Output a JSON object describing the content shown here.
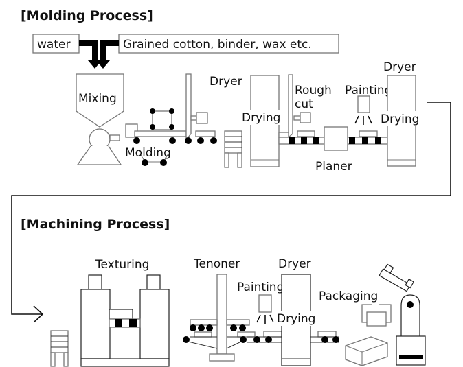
{
  "diagram": {
    "molding": {
      "title": "[Molding Process]",
      "inputs": {
        "water": "water",
        "materials": "Grained cotton, binder, wax etc."
      },
      "labels": {
        "mixing": "Mixing",
        "molding": "Molding",
        "dryer": "Dryer",
        "drying": "Drying",
        "rough_cut_line1": "Rough",
        "rough_cut_line2": "cut",
        "painting": "Painting",
        "planer": "Planer",
        "dryer2": "Dryer",
        "drying2": "Drying"
      }
    },
    "machining": {
      "title": "[Machining Process]",
      "labels": {
        "texturing": "Texturing",
        "tenoner": "Tenoner",
        "dryer": "Dryer",
        "painting": "Painting",
        "drying": "Drying",
        "packaging": "Packaging"
      }
    },
    "icons": [
      "arrow-down-icon",
      "flow-arrow-icon",
      "roller-icon",
      "spray-icon",
      "robot-arm-icon",
      "box-icon"
    ]
  }
}
